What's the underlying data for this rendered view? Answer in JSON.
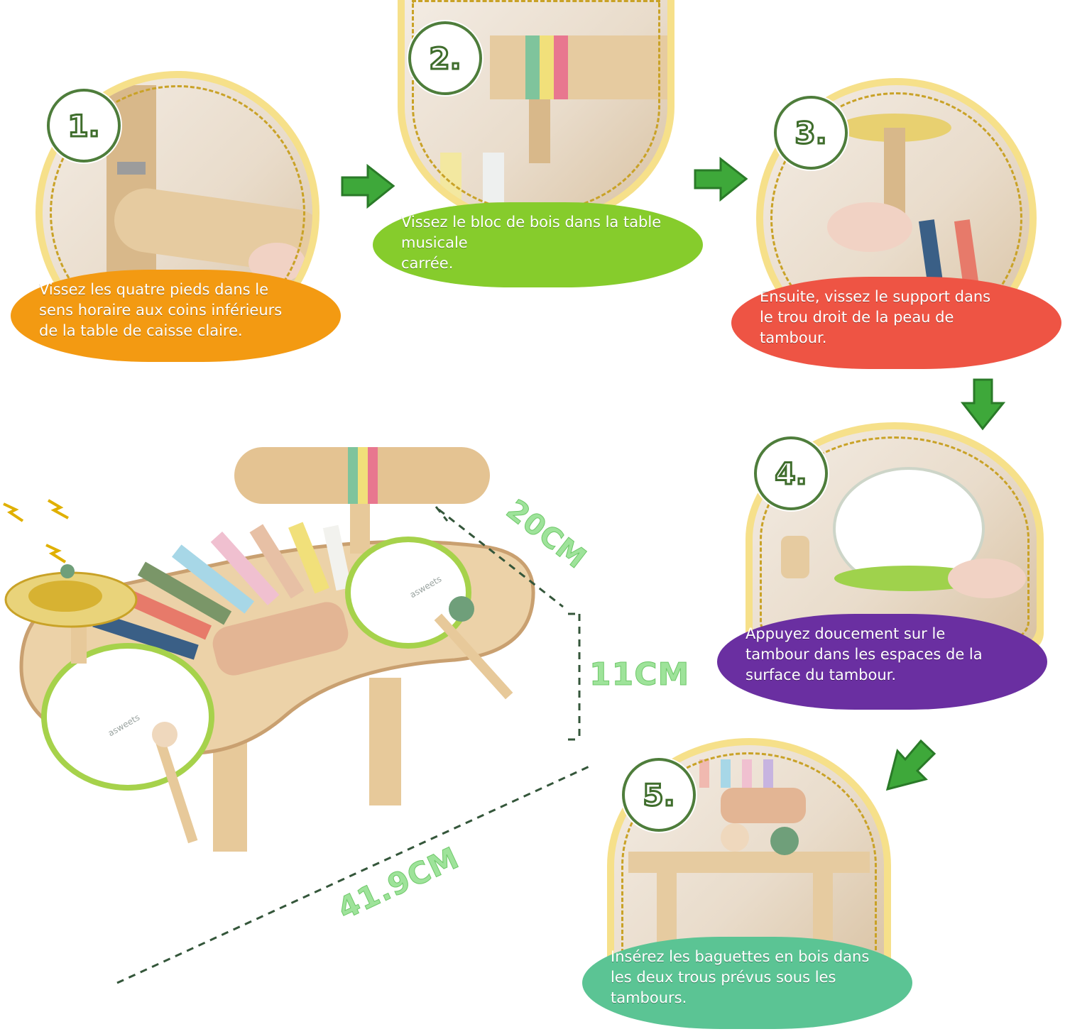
{
  "steps": [
    {
      "number": "1.",
      "lines": [
        "Vissez les quatre pieds dans le",
        "sens horaire aux coins inférieurs",
        "de la table de caisse claire."
      ],
      "color": "#f39a12"
    },
    {
      "number": "2.",
      "lines": [
        "Vissez le bloc de bois dans la table",
        "musicale",
        "carrée."
      ],
      "color": "#86cc2c"
    },
    {
      "number": "3.",
      "lines": [
        "Ensuite, vissez le support dans",
        "le trou droit de la peau de",
        "tambour."
      ],
      "color": "#ee5444"
    },
    {
      "number": "4.",
      "lines": [
        "Appuyez doucement sur le",
        "tambour dans les espaces de la",
        "surface du tambour."
      ],
      "color": "#6a2fa1"
    },
    {
      "number": "5.",
      "lines": [
        "Insérez les baguettes en bois dans",
        "les deux trous prévus sous les",
        "tambours."
      ],
      "color": "#5bc494"
    }
  ],
  "dimensions": {
    "depth": "20CM",
    "height": "11CM",
    "width": "41.9CM"
  },
  "brand": "asweets",
  "colors": {
    "arrow_green": "#3ea83a",
    "dim_green": "#9ee39a",
    "badge_green": "#4e7d3b",
    "circle_yellow": "#f6e08a"
  }
}
